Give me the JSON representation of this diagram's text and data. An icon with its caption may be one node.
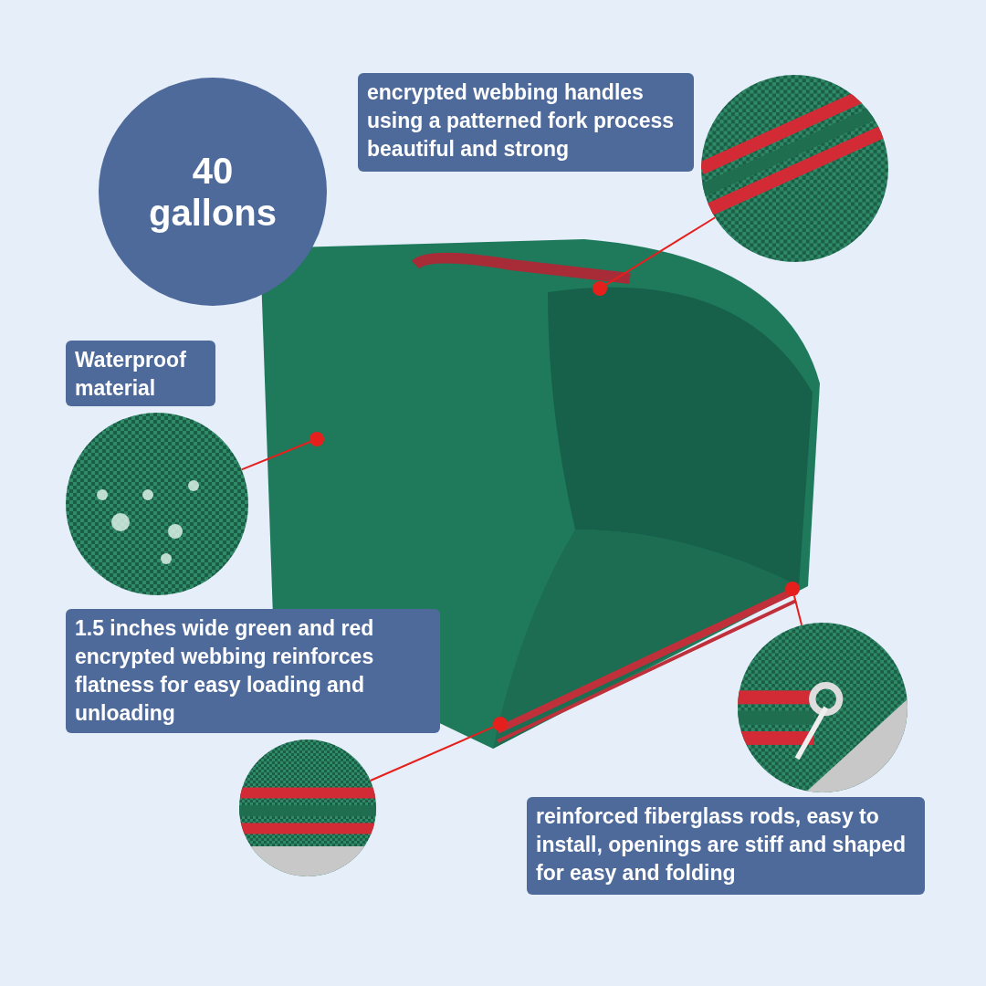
{
  "diagram": {
    "nodes": [
      {
        "text": [
          "40 gallons"
        ]
      },
      {
        "text": [
          "encrypted webbing handles using a patterned fork process beautiful and strong"
        ]
      },
      {
        "text": [],
        "shape": "picture"
      },
      {
        "text": [
          "Waterproof material"
        ]
      },
      {
        "text": [],
        "shape": "picture"
      },
      {
        "text": [
          "1.5 inches wide green and red encrypted webbing reinforces flatness for easy loading and unloading"
        ]
      },
      {
        "text": [],
        "shape": "picture"
      },
      {
        "text": [],
        "shape": "picture"
      },
      {
        "text": [
          "reinforced fiberglass rods, easy to install, openings are stiff and shaped for easy and folding"
        ]
      },
      {
        "text": [],
        "shape": "picture"
      },
      {
        "text": [],
        "shape": "circle",
        "in": 9
      },
      {
        "text": [],
        "shape": "circle",
        "in": 9
      },
      {
        "text": [],
        "shape": "circle",
        "in": 9
      },
      {
        "text": [],
        "shape": "circle",
        "in": 9
      }
    ],
    "edges": [
      {
        "from": 2,
        "to": 10,
        "arrow": "none"
      },
      {
        "from": 4,
        "to": 11,
        "arrow": "none"
      },
      {
        "from": 6,
        "to": 12,
        "arrow": "none"
      },
      {
        "from": 7,
        "to": 13,
        "arrow": "none"
      }
    ]
  }
}
